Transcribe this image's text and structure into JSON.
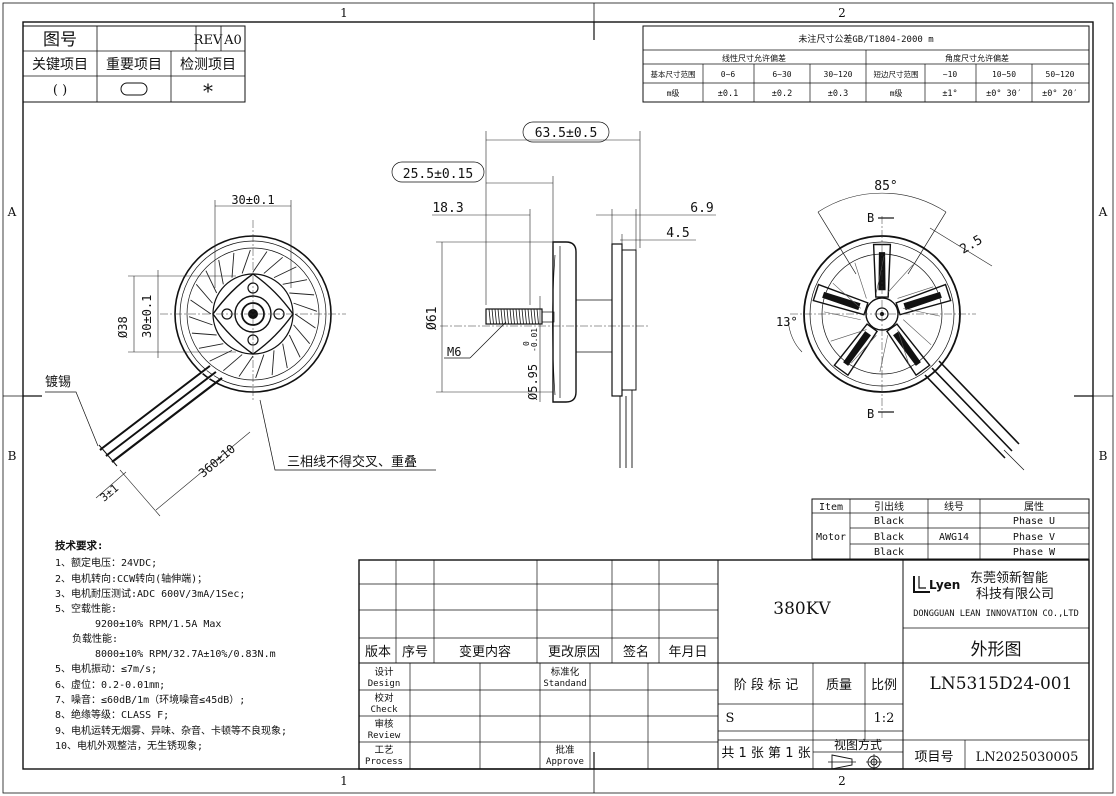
{
  "sheet": {
    "zones_top": [
      "1",
      "2"
    ],
    "zones_bottom": [
      "1",
      "2"
    ],
    "zones_side": [
      "A",
      "B"
    ]
  },
  "header_left": {
    "drawing_no_label": "图号",
    "rev_label": "REV",
    "rev_value": "A0",
    "key_item": "关键项目",
    "important_item": "重要项目",
    "inspect_item": "检测项目",
    "key_symbol": "(    )",
    "inspect_symbol": "*"
  },
  "tolerance": {
    "title": "未注尺寸公差GB/T1804-2000 m",
    "linear_title": "线性尺寸允许偏差",
    "angular_title": "角度尺寸允许偏差",
    "basic_range": "基本尺寸范围",
    "short_range": "短边尺寸范围",
    "grade": "m级",
    "linear_ranges": [
      "0~6",
      "6~30",
      "30~120"
    ],
    "linear_values": [
      "±0.1",
      "±0.2",
      "±0.3"
    ],
    "angular_ranges": [
      "~10",
      "10~50",
      "50~120"
    ],
    "angular_values": [
      "±1°",
      "±0° 30′",
      "±0° 20′"
    ]
  },
  "front_view": {
    "dim_width": "30±0.1",
    "dim_diameter": "Ø38",
    "dim_vertical": "30±0.1",
    "dim_lead": "360±10",
    "dim_strip": "3±1",
    "note_tin": "镀锡",
    "note_wires": "三相线不得交叉、重叠"
  },
  "side_view": {
    "dim_total": "63.5±0.5",
    "dim_shaft": "25.5±0.15",
    "dim_thread": "18.3",
    "dim_69": "6.9",
    "dim_45": "4.5",
    "dim_dia": "Ø61",
    "dim_thread_label": "M6",
    "dim_shaft_dia": "Ø5.95",
    "dim_shaft_tol": "-0.01",
    "dim_shaft_tol0": "0"
  },
  "rear_view": {
    "angle_85": "85°",
    "angle_13": "13°",
    "dim_25": "2.5",
    "section_b": "B"
  },
  "wire_table": {
    "headers": [
      "Item",
      "引出线",
      "线号",
      "属性"
    ],
    "item": "Motor",
    "wire_no": "AWG14",
    "colors": [
      "Black",
      "Black",
      "Black"
    ],
    "phases": [
      "Phase U",
      "Phase V",
      "Phase W"
    ]
  },
  "tech_req": {
    "title": "技术要求:",
    "lines": [
      "1、额定电压：24VDC;",
      "2、电机转向:CCW转向(轴伸端)；",
      "3、电机耐压测试:ADC 600V/3mA/1Sec;",
      "5、空载性能:",
      "9200±10% RPM/1.5A Max",
      "负载性能:",
      "8000±10% RPM/32.7A±10%/0.83N.m",
      "5、电机振动：≤7m/s;",
      "6、虚位：0.2-0.01㎜;",
      "7、噪音：≤60dB/1m（环境噪音≤45dB）;",
      "8、绝缘等级：CLASS F;",
      "9、电机运转无烟雾、异味、杂音、卡顿等不良现象;",
      "10、电机外观整洁，无生锈现象;"
    ]
  },
  "title_block": {
    "rev_header": [
      "版本",
      "序号",
      "变更内容",
      "更改原因",
      "签名",
      "年月日"
    ],
    "kv": "380KV",
    "design_cn": "设计",
    "design_en": "Design",
    "check_cn": "校对",
    "check_en": "Check",
    "review_cn": "审核",
    "review_en": "Review",
    "process_cn": "工艺",
    "process_en": "Process",
    "standard_cn": "标准化",
    "standard_en": "Standand",
    "approve_cn": "批准",
    "approve_en": "Approve",
    "stage_mark": "阶 段 标 记",
    "mass": "质量",
    "scale_label": "比例",
    "stage_value": "S",
    "scale_value": "1:2",
    "sheets": "共 1 张 第 1 张",
    "view_method": "视图方式",
    "company_logo": "Lyen",
    "company_cn_1": "东莞领新智能",
    "company_cn_2": "科技有限公司",
    "company_en": "DONGGUAN LEAN INNOVATION CO.,LTD",
    "drawing_name": "外形图",
    "part_no": "LN5315D24-001",
    "project_label": "项目号",
    "project_no": "LN2025030005"
  }
}
